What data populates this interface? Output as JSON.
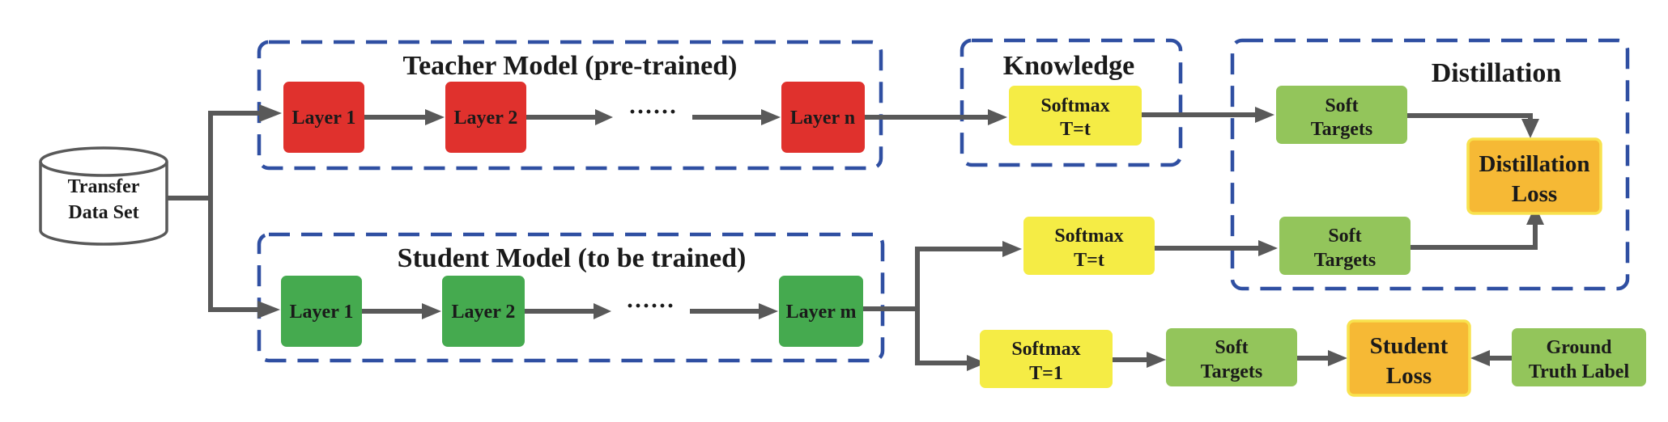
{
  "colors": {
    "teacher_layer": "#e0312d",
    "student_layer": "#45aa4f",
    "softmax": "#f5ec45",
    "soft_targets": "#93c55b",
    "loss": "#f6b935",
    "loss_border": "#f8e24e",
    "group_border": "#2f4fa2",
    "arrow": "#595959"
  },
  "dataset": {
    "line1": "Transfer",
    "line2": "Data Set"
  },
  "teacher": {
    "title": "Teacher Model (pre-trained)",
    "layer1": "Layer 1",
    "layer2": "Layer 2",
    "ellipsis": "······",
    "layern": "Layer n"
  },
  "student": {
    "title": "Student Model (to be trained)",
    "layer1": "Layer 1",
    "layer2": "Layer 2",
    "ellipsis": "······",
    "layerm": "Layer m"
  },
  "knowledge": {
    "title": "Knowledge",
    "softmax_line1": "Softmax",
    "softmax_line2": "T=t"
  },
  "distillation": {
    "title": "Distillation",
    "soft_targets_top_line1": "Soft",
    "soft_targets_top_line2": "Targets",
    "soft_targets_bottom_line1": "Soft",
    "soft_targets_bottom_line2": "Targets",
    "loss_line1": "Distillation",
    "loss_line2": "Loss"
  },
  "student_branch_t": {
    "softmax_line1": "Softmax",
    "softmax_line2": "T=t"
  },
  "student_branch_1": {
    "softmax_line1": "Softmax",
    "softmax_line2": "T=1",
    "soft_targets_line1": "Soft",
    "soft_targets_line2": "Targets",
    "loss_line1": "Student",
    "loss_line2": "Loss",
    "ground_truth_line1": "Ground",
    "ground_truth_line2": "Truth Label"
  }
}
